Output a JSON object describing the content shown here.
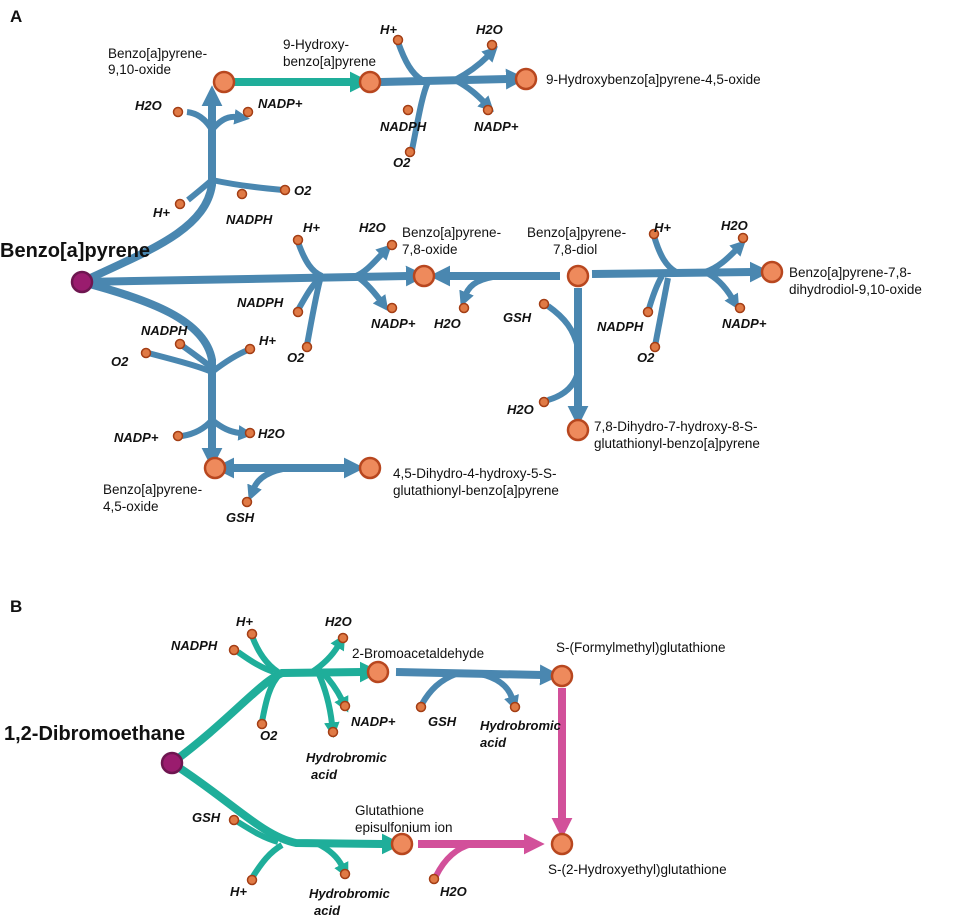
{
  "panels": {
    "a": "A",
    "b": "B"
  },
  "colors": {
    "blue": "#4A87B0",
    "teal": "#1FAE9A",
    "pink": "#D2509A",
    "node_fill": "#EE8A5C",
    "node_stroke": "#B8471F",
    "source_fill": "#9A1C6E",
    "source_stroke": "#6E1650"
  },
  "panel_a": {
    "source": "Benzo[a]pyrene",
    "bp910": [
      "Benzo[a]pyrene-",
      "9,10-oxide"
    ],
    "hydroxybp": [
      "9-Hydroxy-",
      "benzo[a]pyrene"
    ],
    "hbp45": "9-Hydroxybenzo[a]pyrene-4,5-oxide",
    "bp78ox": [
      "Benzo[a]pyrene-",
      "7,8-oxide"
    ],
    "bp78diol": [
      "Benzo[a]pyrene-",
      "7,8-diol"
    ],
    "bp78dd": [
      "Benzo[a]pyrene-7,8-",
      "dihydrodiol-9,10-oxide"
    ],
    "gsh78": [
      "7,8-Dihydro-7-hydroxy-8-S-",
      "glutathionyl-benzo[a]pyrene"
    ],
    "bp45": [
      "Benzo[a]pyrene-",
      "4,5-oxide"
    ],
    "gsh45": [
      "4,5-Dihydro-4-hydroxy-5-S-",
      "glutathionyl-benzo[a]pyrene"
    ],
    "cofactors": {
      "h2o": "H2O",
      "nadp": "NADP+",
      "hplus": "H+",
      "nadph": "NADPH",
      "o2": "O2",
      "gsh": "GSH"
    }
  },
  "panel_b": {
    "source": "1,2-Dibromoethane",
    "bromo": "2-Bromoacetaldehyde",
    "formyl": "S-(Formylmethyl)glutathione",
    "episulf": [
      "Glutathione",
      "episulfonium ion"
    ],
    "hydroxyethyl": "S-(2-Hydroxyethyl)glutathione",
    "cofactors": {
      "hplus": "H+",
      "nadph": "NADPH",
      "h2o": "H2O",
      "o2": "O2",
      "nadp": "NADP+",
      "hbr": [
        "Hydrobromic",
        "acid"
      ],
      "gsh": "GSH"
    }
  }
}
